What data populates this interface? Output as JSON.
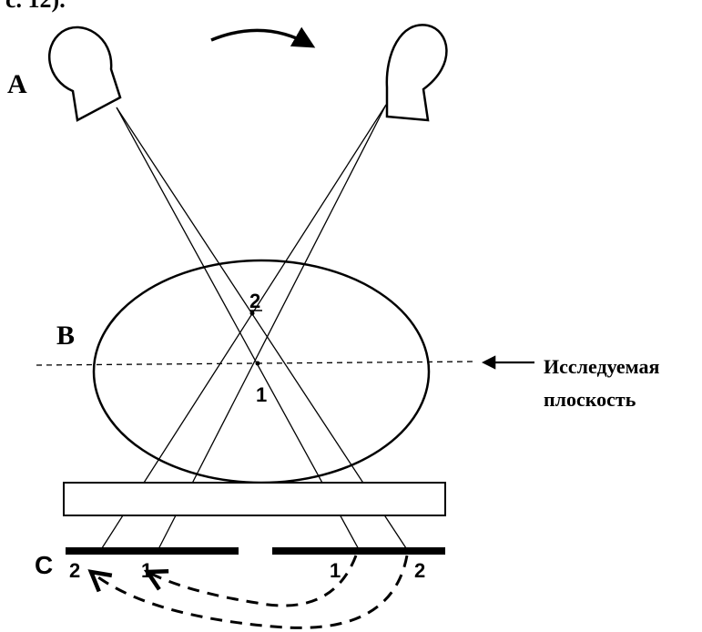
{
  "header_fragment": "с. 12).",
  "labels": {
    "tube": "A",
    "body": "B",
    "film": "C",
    "point_upper": "2",
    "point_lower": "1",
    "film_left_2": "2",
    "film_left_1": "1",
    "film_right_1": "1",
    "film_right_2": "2"
  },
  "plane_caption": {
    "line1": "Исследуемая",
    "line2": "плоскость"
  },
  "colors": {
    "ink": "#000000",
    "paper": "#ffffff"
  },
  "icons": [
    "xray-tube-icon",
    "motion-arrow-icon",
    "pointer-arrow-icon"
  ]
}
